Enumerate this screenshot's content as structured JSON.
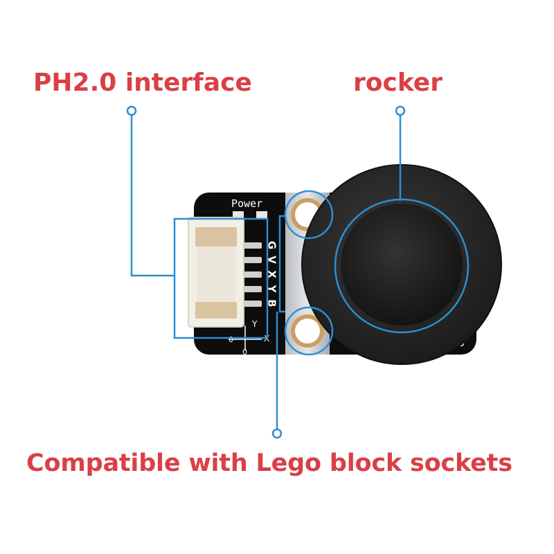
{
  "colors": {
    "label": "#d94045",
    "callout": "#2b8fd6",
    "pcb": "#0d0d0d",
    "silkscreen": "#ffffff",
    "connector": "#f2efe6",
    "knob": "#2a2a2a",
    "brass": "#c9a062"
  },
  "callouts": {
    "interface_label": "PH2.0 interface",
    "rocker_label": "rocker",
    "lego_label": "Compatible with Lego block sockets"
  },
  "board": {
    "power_label": "Power",
    "pin_labels": [
      "G",
      "V",
      "X",
      "Y",
      "B"
    ],
    "axis_labels": [
      "Y",
      "X",
      "0",
      "0"
    ],
    "version_fragment": ".0"
  }
}
